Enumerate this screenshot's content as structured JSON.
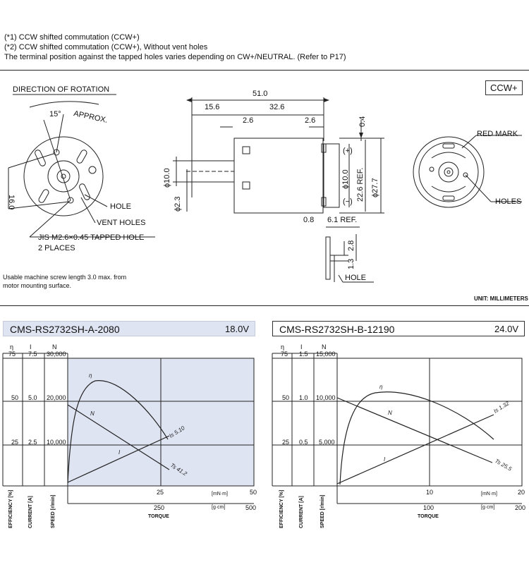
{
  "notes": [
    "(*1) CCW shifted commutation (CCW+)",
    "(*2) CCW shifted commutation (CCW+), Without vent holes",
    "The terminal position against the tapped holes varies depending on CW+/NEUTRAL. (Refer to P17)"
  ],
  "drawing": {
    "badge": "CCW+",
    "direction_label": "DIRECTION OF ROTATION",
    "angle_label": "15°",
    "approx_label": "APPROX.",
    "dim_16": "16.0",
    "hole_label": "HOLE",
    "vent_label": "VENT HOLES",
    "tapped_label": "JIS M2.6×0.45 TAPPED HOLE",
    "places_label": "2 PLACES",
    "dim_51": "51.0",
    "dim_15_6": "15.6",
    "dim_32_6": "32.6",
    "dim_2_6a": "2.6",
    "dim_2_6b": "2.6",
    "dim_0_4": "0.4",
    "plus": "(+)",
    "minus": "(−)",
    "phi10a": "ϕ10.0",
    "phi2_3": "ϕ2.3",
    "phi10b": "ϕ10.0",
    "ref22_6": "22.6 REF.",
    "phi27_7": "ϕ27.7",
    "dim_0_8": "0.8",
    "dim_6_1": "6.1 REF.",
    "dim_2_8": "2.8",
    "dim_1_3": "1.3",
    "hole2_label": "HOLE",
    "red_mark": "RED MARK",
    "holes_label": "HOLES",
    "screw_note_1": "Usable machine screw length 3.0 max. from",
    "screw_note_2": "motor mounting surface.",
    "unit": "UNIT: MILLIMETERS"
  },
  "charts": [
    {
      "model": "CMS-RS2732SH-A-2080",
      "voltage": "18.0V",
      "shaded": true,
      "axes_headers": {
        "eta": "η",
        "i": "I",
        "n": "N"
      },
      "eta_ticks": [
        "75",
        "50",
        "25"
      ],
      "i_ticks": [
        "7.5",
        "5.0",
        "2.5"
      ],
      "n_ticks": [
        "30,000",
        "20,000",
        "10,000"
      ],
      "x_ticks_mNm": [
        "25",
        "50"
      ],
      "x_unit_mNm": "[mN·m]",
      "x_ticks_gcm": [
        "250",
        "500"
      ],
      "x_unit_gcm": "[g·cm]",
      "x_label": "TORQUE",
      "y_labels": [
        "EFFICIENCY [%]",
        "CURRENT [A]",
        "SPEED [r/min]"
      ],
      "curve_labels": {
        "eta": "η",
        "n": "N",
        "i": "I",
        "is": "Is 5.10",
        "ts": "Ts 41.2"
      }
    },
    {
      "model": "CMS-RS2732SH-B-12190",
      "voltage": "24.0V",
      "shaded": false,
      "axes_headers": {
        "eta": "η",
        "i": "I",
        "n": "N"
      },
      "eta_ticks": [
        "75",
        "50",
        "25"
      ],
      "i_ticks": [
        "1.5",
        "1.0",
        "0.5"
      ],
      "n_ticks": [
        "15,000",
        "10,000",
        "5,000"
      ],
      "x_ticks_mNm": [
        "10",
        "20"
      ],
      "x_unit_mNm": "[mN·m]",
      "x_ticks_gcm": [
        "100",
        "200"
      ],
      "x_unit_gcm": "[g·cm]",
      "x_label": "TORQUE",
      "y_labels": [
        "EFFICIENCY [%]",
        "CURRENT [A]",
        "SPEED [r/min]"
      ],
      "curve_labels": {
        "eta": "η",
        "n": "N",
        "i": "I",
        "is": "Is 1.32",
        "ts": "Ts 25.5"
      }
    }
  ]
}
